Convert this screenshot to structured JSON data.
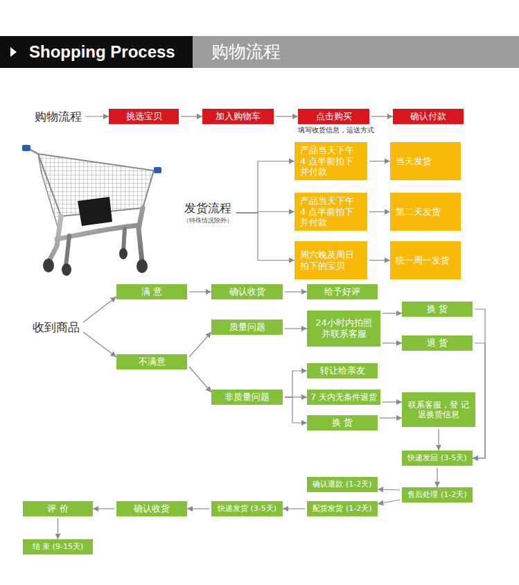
{
  "diagram": {
    "title": "Shopping Process",
    "nodes": [
      {
        "text": [
          "购物流程"
        ]
      },
      {
        "text": [
          "挑选宝贝"
        ]
      },
      {
        "text": [
          "加入购物车"
        ]
      },
      {
        "text": [
          "点击购买",
          "填写收货信息，运送方式"
        ]
      },
      {
        "text": [
          "确认付款"
        ]
      },
      {
        "text": [
          "发货流程",
          "（特殊情况除外）"
        ]
      },
      {
        "text": [
          "产品当天下午 4 点半前拍下 并付款"
        ]
      },
      {
        "text": [
          "当天发货"
        ]
      },
      {
        "text": [
          "产品当天下午 4 点半前拍下 并付款"
        ]
      },
      {
        "text": [
          "第二天发货"
        ]
      },
      {
        "text": [
          "周六晚及周日 拍下的宝贝"
        ]
      },
      {
        "text": [
          "统一周一发货"
        ]
      },
      {
        "text": [
          "收到商品"
        ]
      },
      {
        "text": [
          "满 意"
        ]
      },
      {
        "text": [
          "确认收货"
        ]
      },
      {
        "text": [
          "给予好评"
        ]
      },
      {
        "text": [
          "质量问题"
        ]
      },
      {
        "text": [
          "24小时内拍照 并联系客服"
        ]
      },
      {
        "text": [
          "换 货"
        ]
      },
      {
        "text": [
          "退 货"
        ]
      },
      {
        "text": [
          "不满意"
        ]
      },
      {
        "text": [
          "非质量问题"
        ]
      },
      {
        "text": [
          "转让给亲友"
        ]
      },
      {
        "text": [
          "7 天内无条件退货"
        ]
      },
      {
        "text": [
          "换 货"
        ]
      },
      {
        "text": [
          "联系客服，登 记退换货信息"
        ]
      },
      {
        "text": [
          "快递发回 (3-5天)"
        ]
      },
      {
        "text": [
          "确认退款 (1-2天)"
        ]
      },
      {
        "text": [
          "售后处理 (1-2天)"
        ]
      },
      {
        "text": [
          "配货发货 (1-2天)"
        ]
      },
      {
        "text": [
          "快递发货 (3-5天)"
        ]
      },
      {
        "text": [
          "确认收货"
        ]
      },
      {
        "text": [
          "评 价"
        ]
      },
      {
        "text": [
          "结 束 (9-15天)"
        ]
      }
    ],
    "edges": [
      {
        "from": 0,
        "to": 1,
        "arrow": "to"
      },
      {
        "from": 1,
        "to": 2,
        "arrow": "to"
      },
      {
        "from": 2,
        "to": 3,
        "arrow": "to"
      },
      {
        "from": 3,
        "to": 4,
        "arrow": "to"
      },
      {
        "from": 5,
        "to": 6,
        "arrow": "to"
      },
      {
        "from": 5,
        "to": 8,
        "arrow": "to"
      },
      {
        "from": 5,
        "to": 10,
        "arrow": "to"
      },
      {
        "from": 6,
        "to": 7,
        "arrow": "to"
      },
      {
        "from": 8,
        "to": 9,
        "arrow": "to"
      },
      {
        "from": 10,
        "to": 11,
        "arrow": "to"
      },
      {
        "from": 12,
        "to": 13,
        "arrow": "to"
      },
      {
        "from": 12,
        "to": 20,
        "arrow": "to"
      },
      {
        "from": 13,
        "to": 14,
        "arrow": "to"
      },
      {
        "from": 14,
        "to": 15,
        "arrow": "to"
      },
      {
        "from": 20,
        "to": 16,
        "arrow": "to"
      },
      {
        "from": 20,
        "to": 21,
        "arrow": "to"
      },
      {
        "from": 16,
        "to": 17,
        "arrow": "to"
      },
      {
        "from": 17,
        "to": 18,
        "arrow": "to"
      },
      {
        "from": 17,
        "to": 19,
        "arrow": "to"
      },
      {
        "from": 21,
        "to": 22,
        "arrow": "to"
      },
      {
        "from": 21,
        "to": 23,
        "arrow": "to"
      },
      {
        "from": 21,
        "to": 24,
        "arrow": "to"
      },
      {
        "from": 23,
        "to": 25,
        "arrow": "to"
      },
      {
        "from": 24,
        "to": 25,
        "arrow": "to"
      },
      {
        "from": 25,
        "to": 26,
        "arrow": "to"
      },
      {
        "from": 18,
        "to": 26,
        "arrow": "to"
      },
      {
        "from": 19,
        "to": 26,
        "arrow": "to"
      },
      {
        "from": 26,
        "to": 28,
        "arrow": "to"
      },
      {
        "from": 28,
        "to": 27,
        "arrow": "to"
      },
      {
        "from": 28,
        "to": 29,
        "arrow": "to"
      },
      {
        "from": 29,
        "to": 30,
        "arrow": "to"
      },
      {
        "from": 30,
        "to": 31,
        "arrow": "to"
      },
      {
        "from": 31,
        "to": 32,
        "arrow": "to"
      },
      {
        "from": 32,
        "to": 33,
        "arrow": "to"
      }
    ],
    "labels": [
      "购物流程"
    ]
  }
}
